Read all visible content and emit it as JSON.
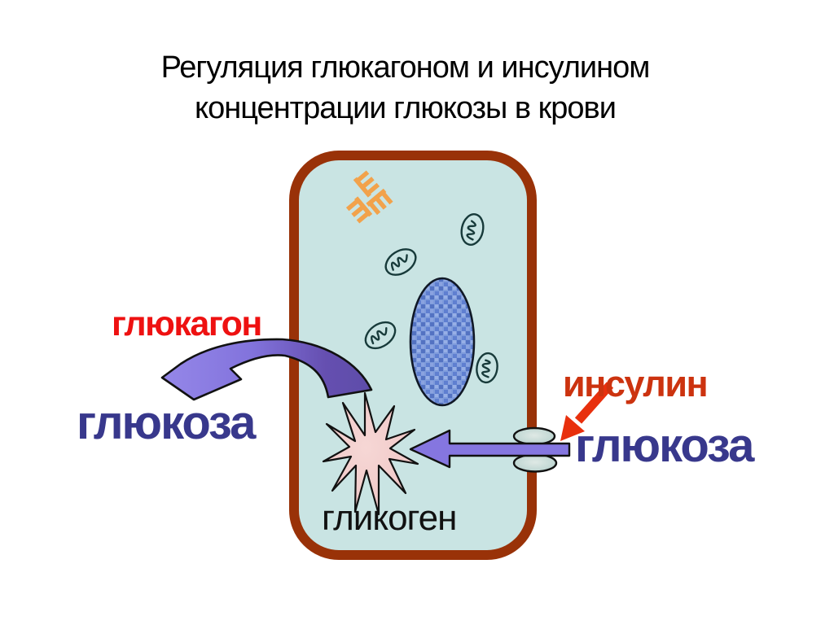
{
  "title": {
    "line1": "Регуляция глюкагоном и инсулином",
    "line2": "концентрации глюкозы в крови"
  },
  "labels": {
    "glucagon": "глюкагон",
    "glucose_left": "глюкоза",
    "insulin": "инсулин",
    "glucose_right": "глюкоза",
    "glycogen": "гликоген"
  },
  "icons": {
    "cell": "cell-membrane",
    "nucleus": "nucleus",
    "mitochondria": "mitochondrion-icon",
    "endoplasmic_reticulum": "endoplasmic-reticulum-icon",
    "glycogen_granule": "glycogen-star",
    "channel": "membrane-channel-protein"
  },
  "colors": {
    "background": "#ffffff",
    "title_text": "#000000",
    "glucagon_red": "#ee1111",
    "insulin_red": "#cc330f",
    "glucose_blue": "#38388c",
    "glycogen_text": "#111111",
    "cell_fill": "#c9e4e3",
    "cell_border": "#993208",
    "arrow_purple": "#8576e0",
    "arrow_purple_dark": "#5c4ca8",
    "er_orange": "#f2a24b",
    "glycogen_pink": "#f2c9c9",
    "nucleus_blue": "#7e9bdb",
    "channel_gray": "#c2d8d4",
    "insulin_arrow_red": "#e8300d",
    "outline_dark": "#111111"
  }
}
